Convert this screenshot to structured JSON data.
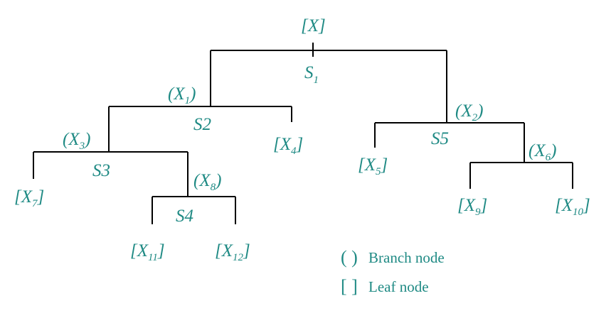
{
  "root": {
    "open": "[",
    "var": "X",
    "sub": "",
    "close": "]"
  },
  "nodes": {
    "x1": {
      "open": "(",
      "var": "X",
      "sub": "1",
      "close": ")"
    },
    "x2": {
      "open": "(",
      "var": "X",
      "sub": "2",
      "close": ")"
    },
    "x3": {
      "open": "(",
      "var": "X",
      "sub": "3",
      "close": ")"
    },
    "x4": {
      "open": "[",
      "var": "X",
      "sub": "4",
      "close": "]"
    },
    "x5": {
      "open": "[",
      "var": "X",
      "sub": "5",
      "close": "]"
    },
    "x6": {
      "open": "(",
      "var": "X",
      "sub": "6",
      "close": ")"
    },
    "x7": {
      "open": "[",
      "var": "X",
      "sub": "7",
      "close": "]"
    },
    "x8": {
      "open": "(",
      "var": "X",
      "sub": "8",
      "close": ")"
    },
    "x9": {
      "open": "[",
      "var": "X",
      "sub": "9",
      "close": "]"
    },
    "x10": {
      "open": "[",
      "var": "X",
      "sub": "10",
      "close": "]"
    },
    "x11": {
      "open": "[",
      "var": "X",
      "sub": "11",
      "close": "]"
    },
    "x12": {
      "open": "[",
      "var": "X",
      "sub": "12",
      "close": "]"
    }
  },
  "splits": {
    "s1": {
      "var": "S",
      "sub": "1"
    },
    "s2": {
      "text": "S2"
    },
    "s3": {
      "text": "S3"
    },
    "s4": {
      "text": "S4"
    },
    "s5": {
      "text": "S5"
    }
  },
  "legend": {
    "branch_symbol": "( )",
    "branch_label": "Branch node",
    "leaf_symbol": "[ ]",
    "leaf_label": "Leaf node"
  },
  "colors": {
    "label": "#1f8a84",
    "lines": "#000000"
  }
}
